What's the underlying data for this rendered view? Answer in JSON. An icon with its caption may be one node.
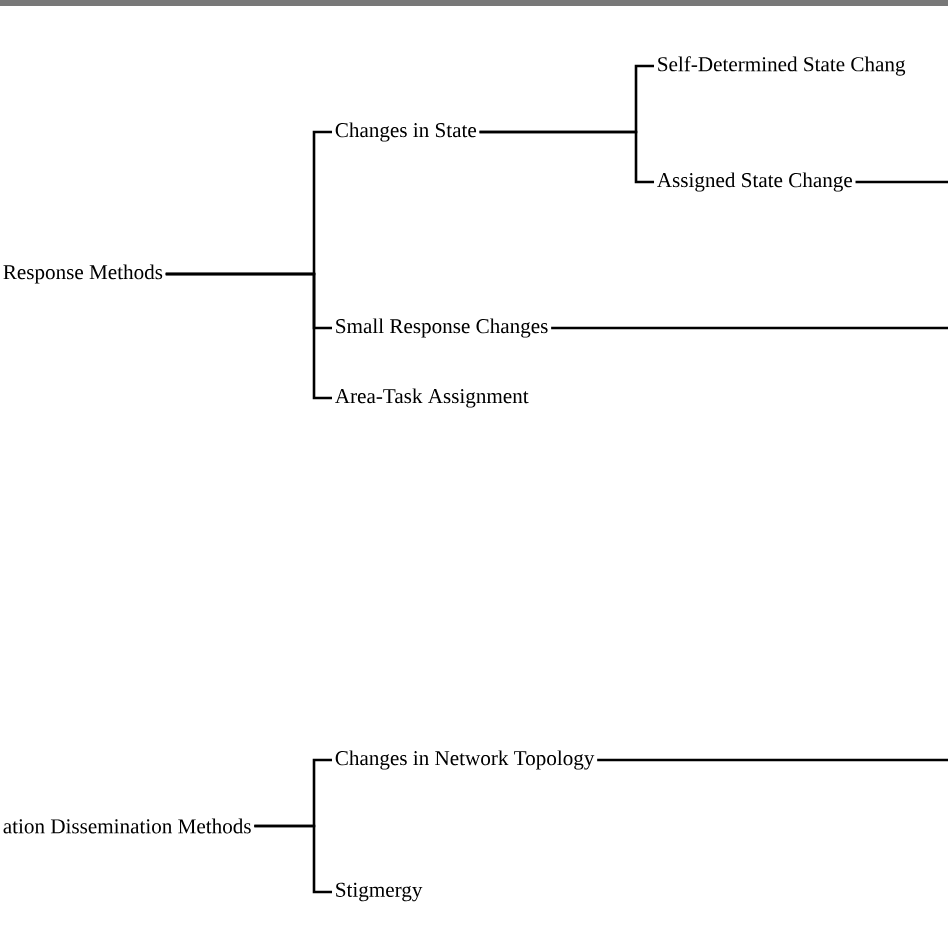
{
  "diagram": {
    "nodes": [
      {
        "text": [
          "Response Methods"
        ]
      },
      {
        "text": [
          "Changes in State"
        ]
      },
      {
        "text": [
          "Self-Determined State Chang"
        ]
      },
      {
        "text": [
          "Assigned State Change"
        ]
      },
      {
        "text": [
          "Small Response Changes"
        ]
      },
      {
        "text": [
          "Area-Task Assignment"
        ]
      },
      {
        "text": [
          "ation Dissemination Methods"
        ]
      },
      {
        "text": [
          "Changes in Network Topology"
        ]
      },
      {
        "text": [
          "Stigmergy"
        ]
      }
    ],
    "edges": [
      {
        "from": 0,
        "to": 1,
        "arrow": "none"
      },
      {
        "from": 0,
        "to": 4,
        "arrow": "none"
      },
      {
        "from": 0,
        "to": 5,
        "arrow": "none"
      },
      {
        "from": 1,
        "to": 2,
        "arrow": "none"
      },
      {
        "from": 1,
        "to": 3,
        "arrow": "none"
      },
      {
        "from": 3,
        "to": null,
        "arrow": "none"
      },
      {
        "from": 4,
        "to": null,
        "arrow": "none"
      },
      {
        "from": 6,
        "to": 7,
        "arrow": "none"
      },
      {
        "from": 6,
        "to": 8,
        "arrow": "none"
      },
      {
        "from": 7,
        "to": null,
        "arrow": "none"
      }
    ]
  }
}
